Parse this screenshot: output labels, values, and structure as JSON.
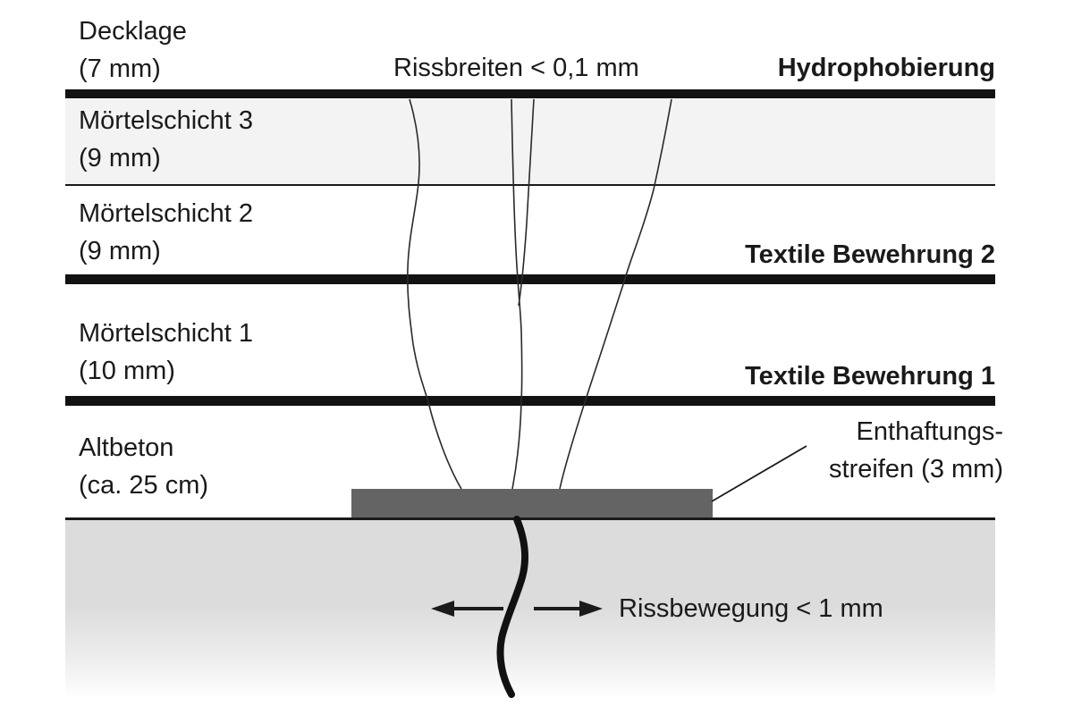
{
  "diagram": {
    "layers": [
      {
        "name": "Decklage",
        "thickness": "(7 mm)"
      },
      {
        "name": "Mörtelschicht 3",
        "thickness": "(9 mm)"
      },
      {
        "name": "Mörtelschicht 2",
        "thickness": "(9 mm)"
      },
      {
        "name": "Mörtelschicht 1",
        "thickness": "(10 mm)"
      },
      {
        "name": "Altbeton",
        "thickness": "(ca. 25 cm)"
      }
    ],
    "annotations": {
      "crack_widths": "Rissbreiten < 0,1 mm",
      "hydrophobierung": "Hydrophobierung",
      "textile_bewehrung_2": "Textile Bewehrung 2",
      "textile_bewehrung_1": "Textile Bewehrung 1",
      "enthaftungsstreifen_line1": "Enthaftungs-",
      "enthaftungsstreifen_line2": "streifen (3 mm)",
      "crack_movement": "Rissbewegung < 1 mm"
    },
    "colors": {
      "mortar_layer_3_fill": "#f2f3f2",
      "old_concrete_fill": "#dcdcdc",
      "debonding_strip_fill": "#646464",
      "reinforcement_line": "#121212",
      "text": "#1a1a1a"
    }
  }
}
